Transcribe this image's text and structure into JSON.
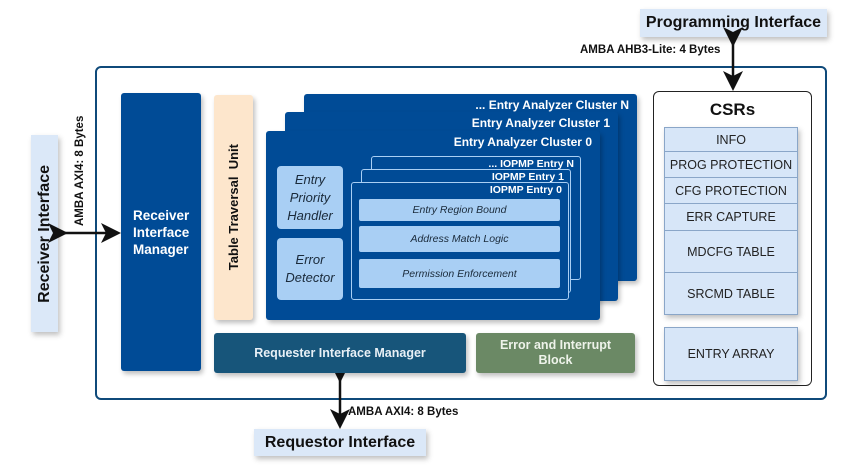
{
  "interfaces": {
    "programming": "Programming Interface",
    "receiver": "Receiver Interface",
    "requestor": "Requestor Interface"
  },
  "links": {
    "programming_bus": "AMBA AHB3-Lite: 4 Bytes",
    "receiver_bus": "AMBA AXI4: 8 Bytes",
    "requestor_bus": "AMBA AXI4: 8 Bytes"
  },
  "blocks": {
    "receiver_interface_manager": [
      "Receiver",
      "Interface",
      "Manager"
    ],
    "table_traversal_unit": "Table Traversal  Unit",
    "requester_interface_manager": "Requester Interface Manager",
    "error_interrupt_block": [
      "Error and Interrupt",
      "Block"
    ]
  },
  "clusters": {
    "labels": [
      "Entry Analyzer Cluster 0",
      "Entry Analyzer Cluster 1",
      "... Entry Analyzer Cluster N"
    ],
    "entry_priority_handler": [
      "Entry",
      "Priority",
      "Handler"
    ],
    "error_detector": [
      "Error",
      "Detector"
    ],
    "entries": [
      "IOPMP Entry 0",
      "IOPMP Entry 1",
      "... IOPMP Entry N"
    ],
    "entry_subblocks": [
      "Entry Region Bound",
      "Address Match Logic",
      "Permission Enforcement"
    ]
  },
  "csrs": {
    "title": "CSRs",
    "rows": [
      "INFO",
      "PROG PROTECTION",
      "CFG PROTECTION",
      "ERR CAPTURE",
      "MDCFG TABLE",
      "SRCMD TABLE"
    ],
    "entry_array": "ENTRY ARRAY"
  },
  "colors": {
    "primary_blue": "#004b96",
    "light_blue": "#a9cff4",
    "interface_bg": "#dbe8f8",
    "traversal_bg": "#fde6cc",
    "requester_bg": "#17557a",
    "error_bg": "#6b8965"
  }
}
